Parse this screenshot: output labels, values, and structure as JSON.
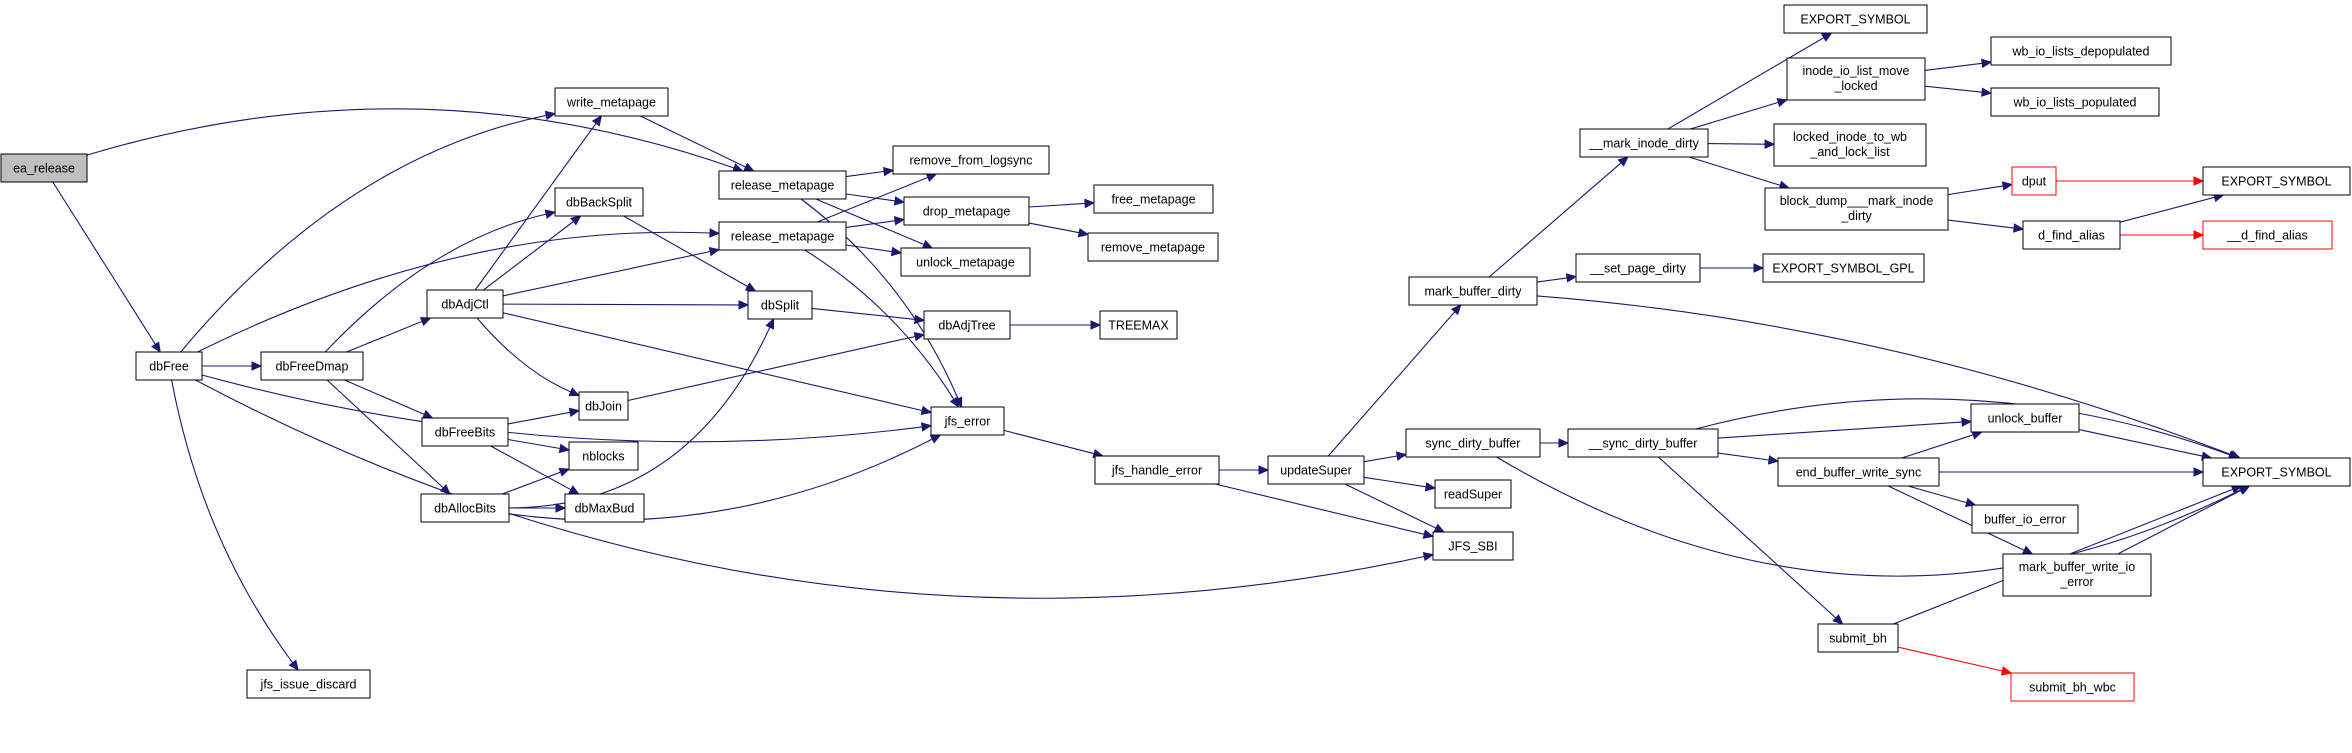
{
  "colors": {
    "edge": "#191970",
    "external_edge": "#ff0000",
    "root_fill": "#bfbfbf",
    "node_border": "#000000",
    "external_border": "#ff0000"
  },
  "nodes": {
    "ea_release": "ea_release",
    "dbFree": "dbFree",
    "write_metapage": "write_metapage",
    "release_metapage_1": "release_metapage",
    "release_metapage_2": "release_metapage",
    "dbFreeDmap": "dbFreeDmap",
    "dbBackSplit": "dbBackSplit",
    "dbAdjCtl": "dbAdjCtl",
    "dbSplit": "dbSplit",
    "dbFreeBits": "dbFreeBits",
    "dbJoin": "dbJoin",
    "nblocks": "nblocks",
    "dbAllocBits": "dbAllocBits",
    "dbMaxBud": "dbMaxBud",
    "jfs_issue_discard": "jfs_issue_discard",
    "remove_from_logsync": "remove_from_logsync",
    "drop_metapage": "drop_metapage",
    "unlock_metapage": "unlock_metapage",
    "free_metapage": "free_metapage",
    "remove_metapage": "remove_metapage",
    "dbAdjTree": "dbAdjTree",
    "TREEMAX": "TREEMAX",
    "jfs_error": "jfs_error",
    "jfs_handle_error": "jfs_handle_error",
    "updateSuper": "updateSuper",
    "JFS_SBI": "JFS_SBI",
    "readSuper": "readSuper",
    "mark_buffer_dirty": "mark_buffer_dirty",
    "sync_dirty_buffer": "sync_dirty_buffer",
    "__mark_inode_dirty": "__mark_inode_dirty",
    "__set_page_dirty": "__set_page_dirty",
    "EXPORT_SYMBOL_GPL": "EXPORT_SYMBOL_GPL",
    "__sync_dirty_buffer": "__sync_dirty_buffer",
    "EXPORT_SYMBOL_top": "EXPORT_SYMBOL",
    "inode_io_list_move_locked": [
      "inode_io_list_move",
      "_locked"
    ],
    "locked_inode_to_wb_and_lock_list": [
      "locked_inode_to_wb",
      "_and_lock_list"
    ],
    "block_dump___mark_inode_dirty": [
      "block_dump___mark_inode",
      "_dirty"
    ],
    "wb_io_lists_depopulated": "wb_io_lists_depopulated",
    "wb_io_lists_populated": "wb_io_lists_populated",
    "dput": "dput",
    "d_find_alias": "d_find_alias",
    "EXPORT_SYMBOL_mid": "EXPORT_SYMBOL",
    "__d_find_alias": "__d_find_alias",
    "unlock_buffer": "unlock_buffer",
    "end_buffer_write_sync": "end_buffer_write_sync",
    "EXPORT_SYMBOL_right": "EXPORT_SYMBOL",
    "buffer_io_error": "buffer_io_error",
    "mark_buffer_write_io_error": [
      "mark_buffer_write_io",
      "_error"
    ],
    "submit_bh": "submit_bh",
    "submit_bh_wbc": "submit_bh_wbc"
  }
}
